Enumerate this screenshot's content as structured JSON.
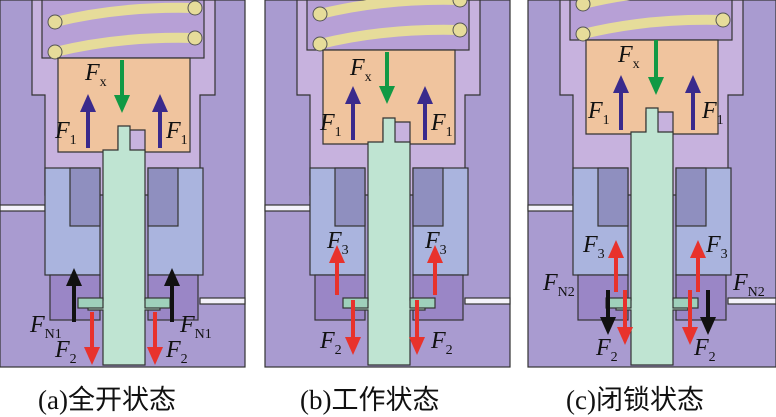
{
  "panels": [
    {
      "id": "a",
      "caption": "(a)全开状态",
      "labels": {
        "Fx": "F",
        "Fx_sub": "x",
        "F1": "F",
        "F1_sub": "1",
        "FN": "F",
        "FN_sub": "N1",
        "F2": "F",
        "F2_sub": "2"
      }
    },
    {
      "id": "b",
      "caption": "(b)工作状态",
      "labels": {
        "Fx": "F",
        "Fx_sub": "x",
        "F1": "F",
        "F1_sub": "1",
        "F3": "F",
        "F3_sub": "3",
        "F2": "F",
        "F2_sub": "2"
      }
    },
    {
      "id": "c",
      "caption": "(c)闭锁状态",
      "labels": {
        "Fx": "F",
        "Fx_sub": "x",
        "F1": "F",
        "F1_sub": "1",
        "F3": "F",
        "F3_sub": "3",
        "FN": "F",
        "FN_sub": "N2",
        "F2": "F",
        "F2_sub": "2"
      }
    }
  ],
  "colors": {
    "housing": "#a99bd0",
    "cavity": "#c7b2de",
    "piston": "#f0c49e",
    "stem": "#bfe4d2",
    "seat": "#aab4de",
    "spring": "#e6dc9a",
    "fx_arrow": "#119944",
    "f1_arrow": "#3a2a8c",
    "f2_arrow": "#e8322c",
    "fn_arrow": "#111111"
  }
}
